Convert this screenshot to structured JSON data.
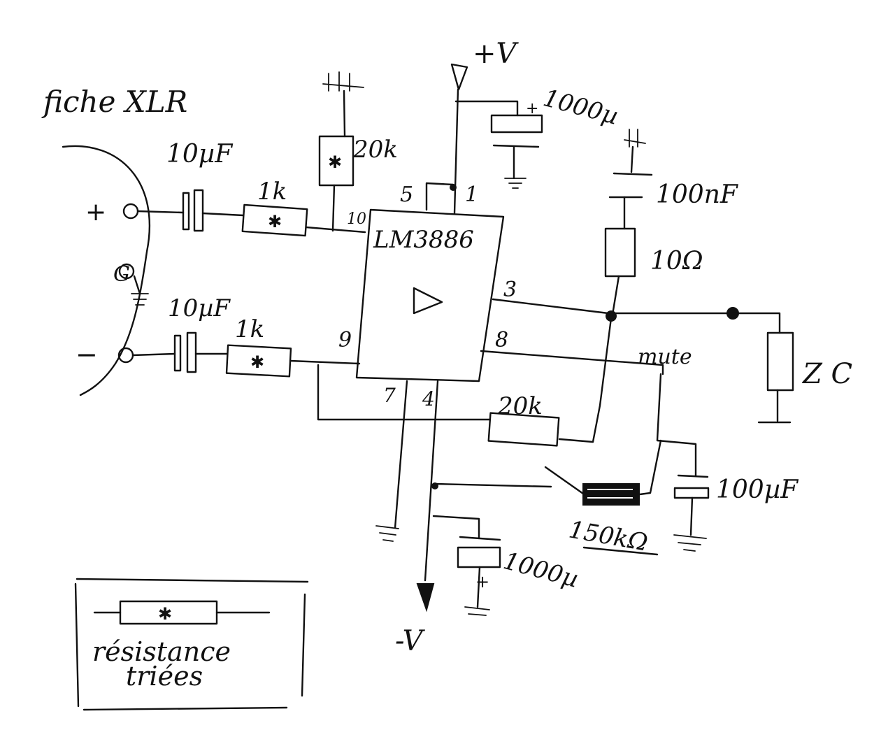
{
  "labels": {
    "connector": "fiche XLR",
    "plus_terminal": "+",
    "minus_terminal": "−",
    "ground_pin": "G",
    "cap_in_plus": "10µF",
    "cap_in_minus": "10µF",
    "res_in_plus": "1k",
    "res_in_minus": "1k",
    "res_pin10": "20k",
    "res_feedback": "20k",
    "ic_name": "LM3886",
    "pin5": "5",
    "pin1": "1",
    "pin10": "10",
    "pin3": "3",
    "pin8": "8",
    "pin9": "9",
    "pin7": "7",
    "pin4": "4",
    "supply_pos": "+V",
    "supply_neg": "-V",
    "cap_supply_pos": "1000µ",
    "cap_supply_neg": "1000µ",
    "cap_zobel": "100nF",
    "res_zobel": "10Ω",
    "load": "Z C",
    "mute": "mute",
    "res_mute": "150kΩ",
    "cap_mute": "100µF",
    "legend_text_line1": "résistance",
    "legend_text_line2": "triées"
  },
  "colors": {
    "ink": "#111111",
    "paper": "#ffffff"
  }
}
